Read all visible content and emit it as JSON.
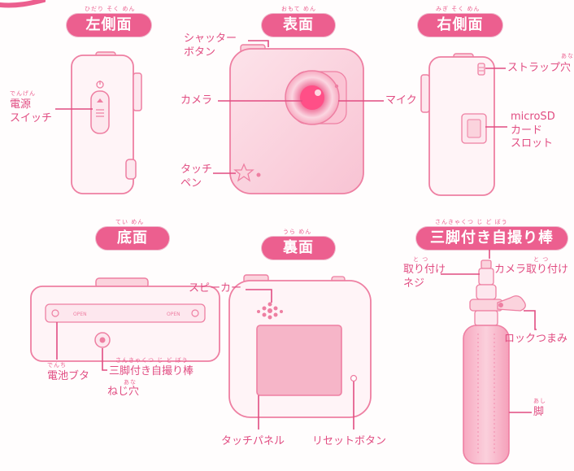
{
  "colors": {
    "accent": "#ec5f8f",
    "label_text": "#e14d82",
    "device_fill": "#fbd3dd",
    "device_stroke": "#ee7fa2"
  },
  "sections": {
    "left_side": {
      "title": "左側面",
      "ruby": "ひだり そく めん"
    },
    "front": {
      "title": "表面",
      "ruby": "おもて めん"
    },
    "right_side": {
      "title": "右側面",
      "ruby": "みぎ そく めん"
    },
    "bottom": {
      "title": "底面",
      "ruby": "てい めん"
    },
    "back": {
      "title": "裏面",
      "ruby": "うら めん"
    },
    "tripod": {
      "title": "三脚付き自撮り棒",
      "ruby": "さんきゃくつ じ ど ぼう"
    }
  },
  "labels": {
    "power_switch": {
      "line1": "電源",
      "line2": "スイッチ",
      "ruby": "でんげん"
    },
    "shutter_button": {
      "line1": "シャッター",
      "line2": "ボタン"
    },
    "camera": "カメラ",
    "mic": "マイク",
    "touch_pen": {
      "line1": "タッチ",
      "line2": "ペン"
    },
    "strap_hole": {
      "text": "ストラップ穴",
      "ruby": "あな"
    },
    "microsd_slot": {
      "line1": "microSD",
      "line2": "カード",
      "line3": "スロット"
    },
    "battery_cover": {
      "text": "電池ブタ",
      "ruby": "でんち"
    },
    "tripod_screw_hole": {
      "line1": "三脚付き自撮り棒",
      "line2": "ねじ穴",
      "ruby1": "さんきゃくつ じ ど ぼう",
      "ruby2": "あな"
    },
    "speaker": "スピーカー",
    "touch_panel": "タッチパネル",
    "reset_button": "リセットボタン",
    "mount_screw": {
      "line1": "取り付け",
      "line2": "ネジ",
      "ruby": "と つ"
    },
    "camera_mount": {
      "text": "カメラ取り付け",
      "ruby": "と つ"
    },
    "lock_knob": "ロックつまみ",
    "leg": {
      "text": "脚",
      "ruby": "あし"
    }
  },
  "device_text": {
    "battery_open": "OPEN",
    "battery_open2": "OPEN"
  }
}
